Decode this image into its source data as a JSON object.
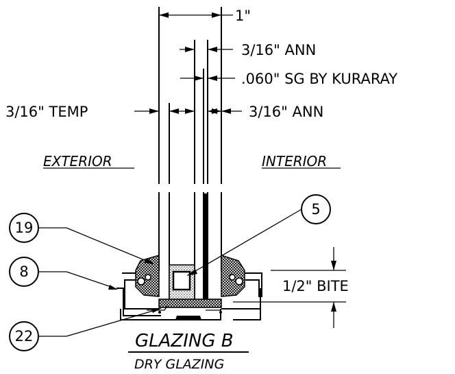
{
  "dimensions": {
    "overall": "1\"",
    "outer_ann": "3/16\" ANN",
    "interlayer": ".060\" SG BY KURARAY",
    "temp": "3/16\" TEMP",
    "inner_ann": "3/16\" ANN",
    "bite": "1/2\"  BITE"
  },
  "sides": {
    "exterior": "EXTERIOR",
    "interior": "INTERIOR"
  },
  "callouts": {
    "c19": "19",
    "c8": "8",
    "c5": "5",
    "c22": "22"
  },
  "title": {
    "main": "GLAZING B",
    "sub": "DRY GLAZING"
  }
}
